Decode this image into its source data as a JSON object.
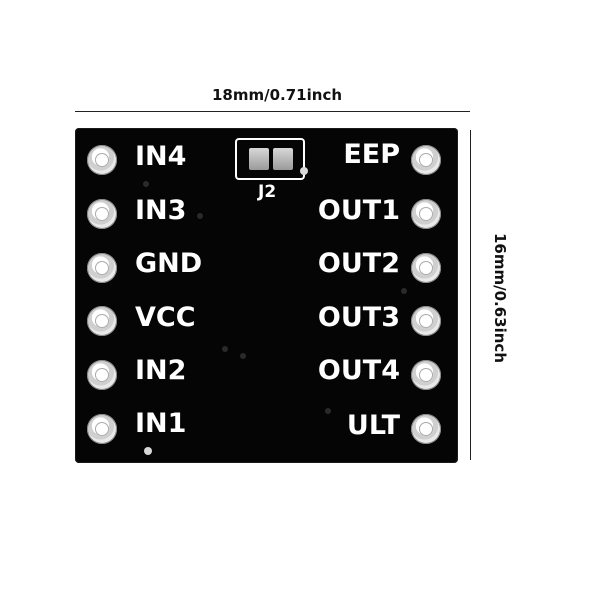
{
  "dimensions": {
    "width_label": "18mm/0.71inch",
    "height_label": "16mm/0.63inch"
  },
  "board": {
    "left_pins": [
      "IN4",
      "IN3",
      "GND",
      "VCC",
      "IN2",
      "IN1"
    ],
    "right_pins": [
      "EEP",
      "OUT1",
      "OUT2",
      "OUT3",
      "OUT4",
      "ULT"
    ],
    "jumper_label": "J2"
  },
  "colors": {
    "board": "#050505",
    "silkscreen": "#ffffff",
    "pad": "#e9e9e9"
  }
}
